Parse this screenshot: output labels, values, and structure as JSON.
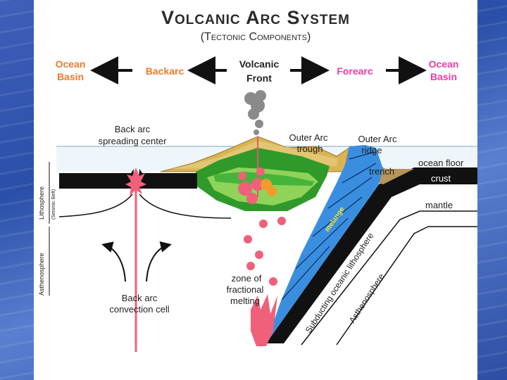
{
  "title": "Volcanic Arc System",
  "subtitle": "(Tectonic Components)",
  "header_labels": {
    "ocean_basin_left": [
      "Ocean",
      "Basin"
    ],
    "backarc": "Backarc",
    "volcanic_front": [
      "Volcanic",
      "Front"
    ],
    "forearc": "Forearc",
    "ocean_basin_right": [
      "Ocean",
      "Basin"
    ]
  },
  "labels": {
    "back_arc_spreading_center": [
      "Back arc",
      "spreading center"
    ],
    "outer_arc_trough": [
      "Outer Arc",
      "trough"
    ],
    "outer_arc_ridge": [
      "Outer Arc",
      "ridge"
    ],
    "trench": "trench",
    "ocean_floor": "ocean floor",
    "crust": "crust",
    "mantle": "mantle",
    "lithosphere": "Lithosphere",
    "lithosphere_sub": "(Seismic Belt)",
    "asthenosphere_left": "Asthenosphere",
    "back_arc_convection_cell": [
      "Back arc",
      "convection cell"
    ],
    "zone_of_fractional_melting": [
      "zone of",
      "fractional",
      "melting"
    ],
    "subducting_oceanic_lithosphere": "Subducting oceanic lithosphere",
    "asthenosphere_right": "Asthenosphere",
    "melange": "melange"
  },
  "colors": {
    "ocean_basin": "#f07a2a",
    "backarc": "#f07a2a",
    "forearc": "#ee3aa8",
    "text": "#222222",
    "magma": "#f0607a",
    "wedge": "#3a8ee0",
    "sediment": "#d8b455",
    "green_dark": "#2f9a2a",
    "green_light": "#8fd35a"
  }
}
